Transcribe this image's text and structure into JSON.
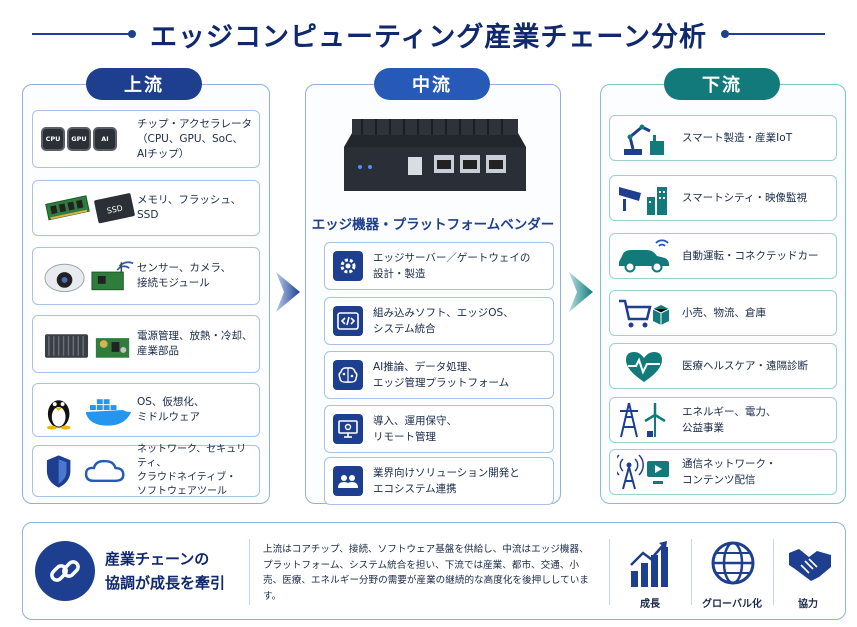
{
  "title": "エッジコンピューティング産業チェーン分析",
  "upstream": {
    "label": "上流",
    "items": [
      {
        "icon": "chip-icons",
        "chip_labels": [
          "CPU",
          "GPU",
          "AI"
        ],
        "text": "チップ・アクセラレータ\n（CPU、GPU、SoC、\nAIチップ）"
      },
      {
        "icon": "memory-ssd-icon",
        "ssd_label": "SSD",
        "text": "メモリ、フラッシュ、SSD"
      },
      {
        "icon": "camera-sensor-icon",
        "text": "センサー、カメラ、\n接続モジュール"
      },
      {
        "icon": "power-cooling-icon",
        "text": "電源管理、放熱・冷却、\n産業部品"
      },
      {
        "icon": "linux-docker-icon",
        "text": "OS、仮想化、\nミドルウェア"
      },
      {
        "icon": "shield-cloud-icon",
        "text": "ネットワーク、セキュリティ、\nクラウドネイティブ・\nソフトウェアツール"
      }
    ]
  },
  "midstream": {
    "label": "中流",
    "subtitle": "エッジ機器・プラットフォームベンダー",
    "items": [
      {
        "icon": "gear-icon",
        "text": "エッジサーバー／ゲートウェイの\n設計・製造"
      },
      {
        "icon": "code-icon",
        "text": "組み込みソフト、エッジOS、\nシステム統合"
      },
      {
        "icon": "brain-icon",
        "text": "AI推論、データ処理、\nエッジ管理プラットフォーム"
      },
      {
        "icon": "monitor-gear-icon",
        "text": "導入、運用保守、\nリモート管理"
      },
      {
        "icon": "people-icon",
        "text": "業界向けソリューション開発と\nエコシステム連携"
      }
    ]
  },
  "downstream": {
    "label": "下流",
    "items": [
      {
        "icon": "robot-arm-icon",
        "text": "スマート製造・産業IoT"
      },
      {
        "icon": "cctv-city-icon",
        "text": "スマートシティ・映像監視"
      },
      {
        "icon": "connected-car-icon",
        "text": "自動運転・コネクテッドカー"
      },
      {
        "icon": "cart-box-icon",
        "text": "小売、物流、倉庫"
      },
      {
        "icon": "heart-pulse-icon",
        "text": "医療ヘルスケア・遠隔診断"
      },
      {
        "icon": "tower-wind-icon",
        "text": "エネルギー、電力、\n公益事業"
      },
      {
        "icon": "antenna-video-icon",
        "text": "通信ネットワーク・\nコンテンツ配信"
      }
    ]
  },
  "summary": {
    "heading": "産業チェーンの\n協調が成長を牽引",
    "body": "上流はコアチップ、接続、ソフトウェア基盤を供給し、中流はエッジ機器、プラットフォーム、システム統合を担い、下流では産業、都市、交通、小売、医療、エネルギー分野の需要が産業の継続的な高度化を後押ししています。",
    "stats": [
      {
        "icon": "growth-chart-icon",
        "label": "成長"
      },
      {
        "icon": "globe-icon",
        "label": "グローバル化"
      },
      {
        "icon": "handshake-icon",
        "label": "協力"
      }
    ]
  },
  "colors": {
    "navy": "#1e3f8f",
    "blue": "#2659b8",
    "teal": "#137a7c",
    "border": "#8fb0e0"
  }
}
